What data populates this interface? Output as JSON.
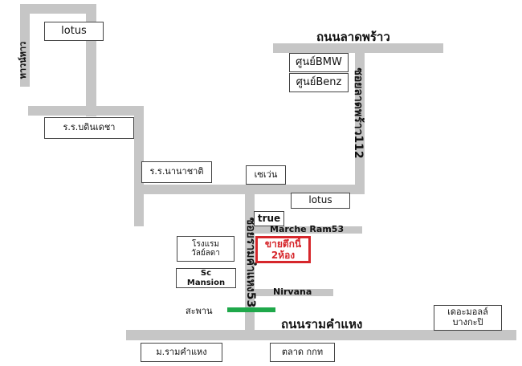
{
  "colors": {
    "road": "#c6c6c6",
    "highlight": "#d6262b",
    "bridge": "#1fa84a"
  },
  "roads": {
    "lat_phrao": "ถนนลาดพร้าว",
    "ram_khamhaeng": "ถนนรามคำแหง",
    "soi_lat_phrao_112": "ซอยลาดพร้าว112",
    "soi_ram_53": "ซอยรามคำแหง53",
    "ramintra": "ทาวน์หาว"
  },
  "places": {
    "lotus_top": "lotus",
    "bmw": "ศูนย์BMW",
    "benz": "ศูนย์Benz",
    "school_bodin": "ร.ร.บดินเดชา",
    "school_nanachart": "ร.ร.นานาชาติ",
    "seven": "เซเว่น",
    "lotus_mid": "lotus",
    "true": "true",
    "marche": "Marche Ram53",
    "hotel": "โรงแรม\nวัลย์ลดา",
    "sc_mansion": "Sc\nMansion",
    "nirvana": "Nirvana",
    "bridge": "สะพาน",
    "the_mall": "เดอะมอลล์\nบางกะปิ",
    "ram_university": "ม.รามคำแหง",
    "market": "ตลาด กกท"
  },
  "sale": {
    "text": "ขายตึกนี้\n2ห้อง"
  }
}
